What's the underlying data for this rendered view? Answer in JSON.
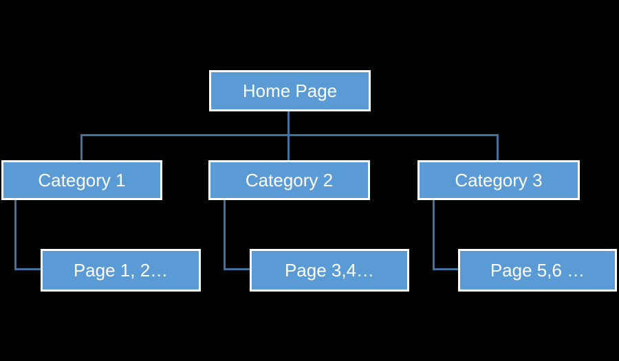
{
  "diagram": {
    "type": "hierarchy",
    "description": "Website structure tree: home page linking to three categories, each linking to pages",
    "colors": {
      "background": "#000000",
      "node_fill": "#5B9BD5",
      "node_border": "#FFFFFF",
      "node_text": "#FFFFFF",
      "connector": "#41719C"
    },
    "nodes": {
      "home": {
        "label": "Home Page",
        "level": 0
      },
      "cat1": {
        "label": "Category 1",
        "level": 1
      },
      "cat2": {
        "label": "Category 2",
        "level": 1
      },
      "cat3": {
        "label": "Category 3",
        "level": 1
      },
      "page12": {
        "label": "Page 1, 2…",
        "level": 2
      },
      "page34": {
        "label": "Page 3,4…",
        "level": 2
      },
      "page56": {
        "label": "Page 5,6 …",
        "level": 2
      }
    },
    "edges": [
      {
        "from": "home",
        "to": "cat1"
      },
      {
        "from": "home",
        "to": "cat2"
      },
      {
        "from": "home",
        "to": "cat3"
      },
      {
        "from": "cat1",
        "to": "page12"
      },
      {
        "from": "cat2",
        "to": "page34"
      },
      {
        "from": "cat3",
        "to": "page56"
      }
    ]
  }
}
